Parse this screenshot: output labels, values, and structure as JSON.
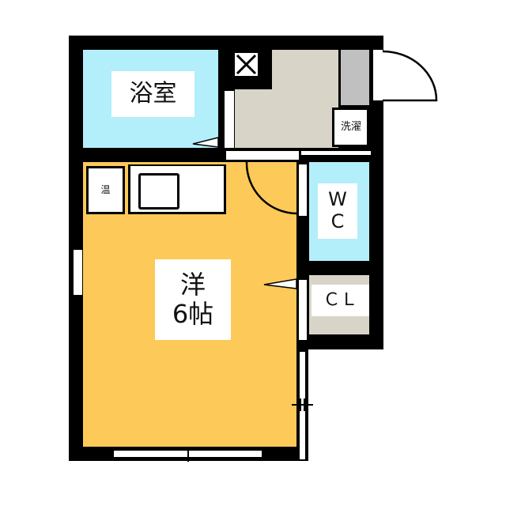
{
  "rooms": {
    "bathroom": {
      "label": "浴室",
      "color": "#b3eefb"
    },
    "western_room": {
      "label": "洋\n6帖",
      "color": "#fdc958"
    },
    "wc": {
      "label": "W\nC",
      "color": "#b3eefb"
    },
    "closet": {
      "label": "ＣＬ",
      "color": "#d8d5c8"
    },
    "laundry": {
      "label": "洗濯"
    },
    "water_heater": {
      "label": "温"
    },
    "entrance": {
      "color": "#d8d5c8"
    },
    "shoe_storage": {
      "color": "#c0c0c0"
    }
  }
}
